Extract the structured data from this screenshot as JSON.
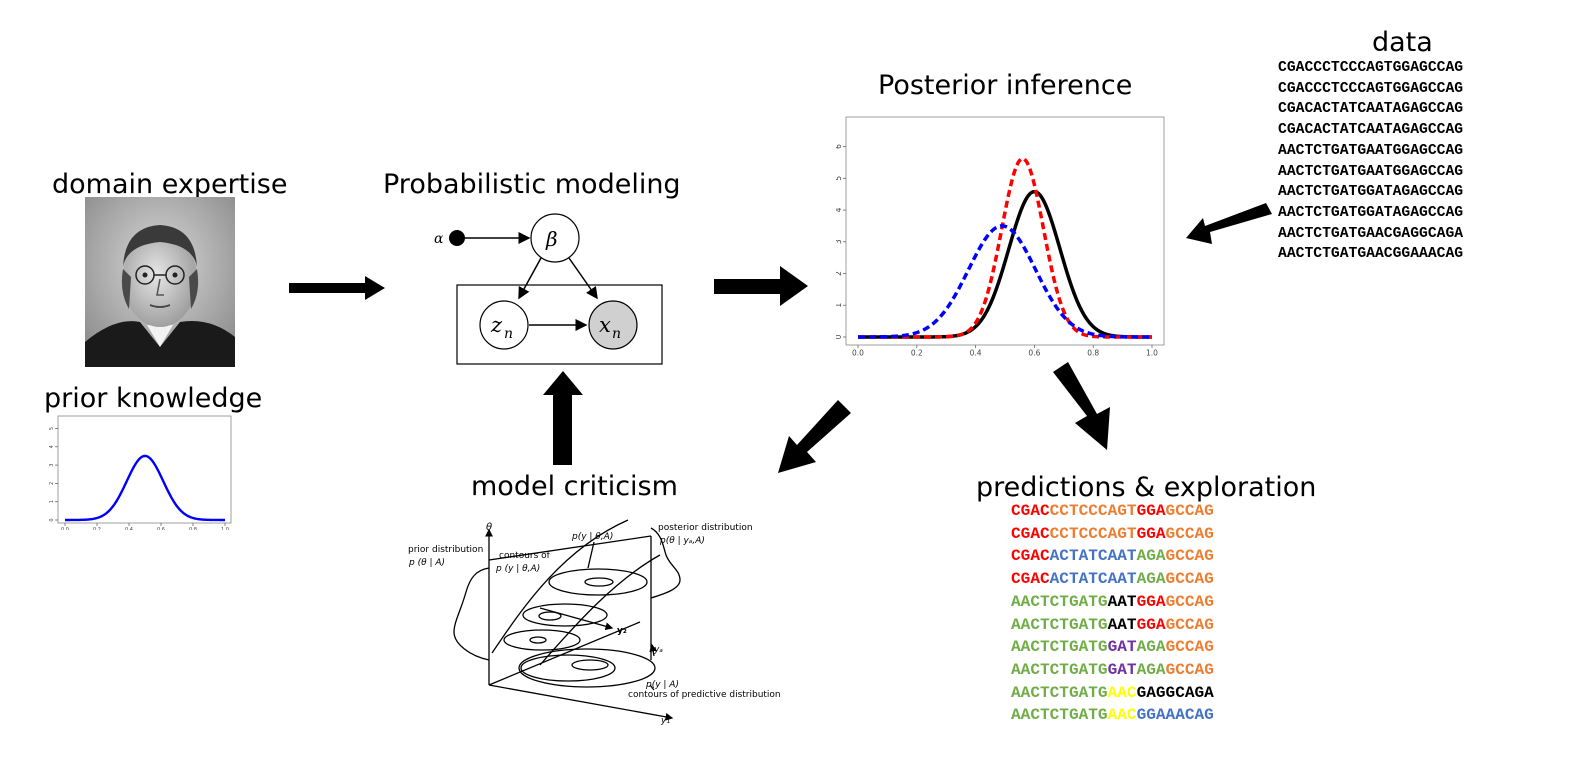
{
  "labels": {
    "domain_expertise": "domain expertise",
    "prior_knowledge": "prior knowledge",
    "probabilistic_modeling": "Probabilistic modeling",
    "posterior_inference": "Posterior inference",
    "data": "data",
    "model_criticism": "model criticism",
    "predictions_exploration": "predictions & exploration"
  },
  "graphical_model": {
    "alpha": "α",
    "beta": "β",
    "z": "z",
    "z_sub": "n",
    "x": "x",
    "x_sub": "n"
  },
  "criticism_figure": {
    "theta": "θ",
    "prior_distribution": "prior distribution",
    "prior_expr": "p (θ | A)",
    "contours_of": "contours of",
    "contours_expr": "p (y | θ,A)",
    "likelihood_expr": "p(y | θ,A)",
    "posterior_distribution": "posterior distribution",
    "posterior_expr": "p(θ | yₐ,A)",
    "y2": "y₂",
    "yd": "yₐ",
    "y1": "y₁",
    "predictive_expr": "p(y | A)",
    "predictive_label": "contours of predictive distribution"
  },
  "chart_data": [
    {
      "type": "line",
      "x_ticks": [
        "0.0",
        "0.2",
        "0.4",
        "0.6",
        "0.8",
        "1.0"
      ],
      "y_ticks": [
        "0",
        "1",
        "2",
        "3",
        "4",
        "5",
        "6"
      ],
      "xlim": [
        0,
        1
      ],
      "ylim": [
        0,
        6.3
      ],
      "series": [
        {
          "style": "solid",
          "color": "#000000",
          "mean": 0.6,
          "sd": 0.087,
          "peak": 4.58
        },
        {
          "style": "dashed",
          "color": "#ff0000",
          "mean": 0.56,
          "sd": 0.071,
          "peak": 5.62
        },
        {
          "style": "dashed",
          "color": "#0000ff",
          "mean": 0.49,
          "sd": 0.114,
          "peak": 3.5
        }
      ]
    },
    {
      "type": "line",
      "x_ticks": [
        "0.0",
        "0.2",
        "0.4",
        "0.6",
        "0.8",
        "1.0"
      ],
      "y_ticks": [
        "0",
        "1",
        "2",
        "3",
        "4",
        "5"
      ],
      "xlim": [
        0,
        1
      ],
      "ylim": [
        0,
        5.3
      ],
      "series": [
        {
          "style": "solid",
          "color": "#0000ff",
          "mean": 0.5,
          "sd": 0.114,
          "peak": 3.5
        }
      ]
    }
  ],
  "data_sequences": [
    "CGACCCTCCCAGTGGAGCCAG",
    "CGACCCTCCCAGTGGAGCCAG",
    "CGACACTATCAATAGAGCCAG",
    "CGACACTATCAATAGAGCCAG",
    "AACTCTGATGAATGGAGCCAG",
    "AACTCTGATGAATGGAGCCAG",
    "AACTCTGATGGATAGAGCCAG",
    "AACTCTGATGGATAGAGCCAG",
    "AACTCTGATGAACGAGGCAGA",
    "AACTCTGATGAACGGAAACAG"
  ],
  "prediction_sequences": [
    [
      {
        "t": "CGAC",
        "c": "#ff0000"
      },
      {
        "t": "CCTCCCAGT",
        "c": "#ed7d31"
      },
      {
        "t": "GGA",
        "c": "#ff0000"
      },
      {
        "t": "GCCAG",
        "c": "#ed7d31"
      }
    ],
    [
      {
        "t": "CGAC",
        "c": "#ff0000"
      },
      {
        "t": "CCTCCCAGT",
        "c": "#ed7d31"
      },
      {
        "t": "GGA",
        "c": "#ff0000"
      },
      {
        "t": "GCCAG",
        "c": "#ed7d31"
      }
    ],
    [
      {
        "t": "CGAC",
        "c": "#ff0000"
      },
      {
        "t": "ACTATCAAT",
        "c": "#4472c4"
      },
      {
        "t": "AGA",
        "c": "#70ad47"
      },
      {
        "t": "GCCAG",
        "c": "#ed7d31"
      }
    ],
    [
      {
        "t": "CGAC",
        "c": "#ff0000"
      },
      {
        "t": "ACTATCAAT",
        "c": "#4472c4"
      },
      {
        "t": "AGA",
        "c": "#70ad47"
      },
      {
        "t": "GCCAG",
        "c": "#ed7d31"
      }
    ],
    [
      {
        "t": "AACTCTGATG",
        "c": "#70ad47"
      },
      {
        "t": "AAT",
        "c": "#000000"
      },
      {
        "t": "GGA",
        "c": "#ff0000"
      },
      {
        "t": "GCCAG",
        "c": "#ed7d31"
      }
    ],
    [
      {
        "t": "AACTCTGATG",
        "c": "#70ad47"
      },
      {
        "t": "AAT",
        "c": "#000000"
      },
      {
        "t": "GGA",
        "c": "#ff0000"
      },
      {
        "t": "GCCAG",
        "c": "#ed7d31"
      }
    ],
    [
      {
        "t": "AACTCTGATG",
        "c": "#70ad47"
      },
      {
        "t": "GAT",
        "c": "#7030a0"
      },
      {
        "t": "AGA",
        "c": "#70ad47"
      },
      {
        "t": "GCCAG",
        "c": "#ed7d31"
      }
    ],
    [
      {
        "t": "AACTCTGATG",
        "c": "#70ad47"
      },
      {
        "t": "GAT",
        "c": "#7030a0"
      },
      {
        "t": "AGA",
        "c": "#70ad47"
      },
      {
        "t": "GCCAG",
        "c": "#ed7d31"
      }
    ],
    [
      {
        "t": "AACTCTGATG",
        "c": "#70ad47"
      },
      {
        "t": "AAC",
        "c": "#ffff00"
      },
      {
        "t": "GAGGCAGA",
        "c": "#000000"
      }
    ],
    [
      {
        "t": "AACTCTGATG",
        "c": "#70ad47"
      },
      {
        "t": "AAC",
        "c": "#ffff00"
      },
      {
        "t": "GGAAACAG",
        "c": "#4472c4"
      }
    ]
  ],
  "colors": {
    "arrow": "#000000",
    "node_fill": "#ffffff",
    "observed_node_fill": "#d0d0d0"
  }
}
